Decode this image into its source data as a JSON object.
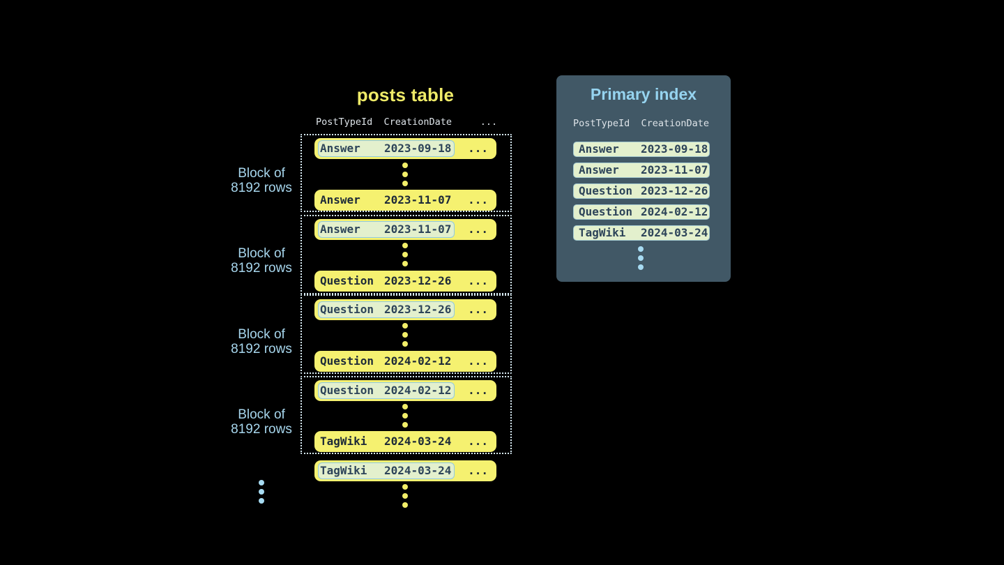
{
  "posts_table": {
    "title": "posts table",
    "header": "PostTypeId  CreationDate     ...",
    "row_ellipsis": "...",
    "block_label": {
      "line1": "Block of",
      "line2": "8192 rows"
    },
    "blocks": [
      {
        "first": {
          "type": "Answer",
          "date": "2023-09-18"
        },
        "last": {
          "type": "Answer",
          "date": "2023-11-07"
        }
      },
      {
        "first": {
          "type": "Answer",
          "date": "2023-11-07"
        },
        "last": {
          "type": "Question",
          "date": "2023-12-26"
        }
      },
      {
        "first": {
          "type": "Question",
          "date": "2023-12-26"
        },
        "last": {
          "type": "Question",
          "date": "2024-02-12"
        }
      },
      {
        "first": {
          "type": "Question",
          "date": "2024-02-12"
        },
        "last": {
          "type": "TagWiki",
          "date": "2024-03-24"
        }
      }
    ],
    "overflow_row": {
      "type": "TagWiki",
      "date": "2024-03-24"
    }
  },
  "primary_index": {
    "title": "Primary index",
    "header": "PostTypeId  CreationDate",
    "entries": [
      {
        "type": "Answer",
        "date": "2023-09-18"
      },
      {
        "type": "Answer",
        "date": "2023-11-07"
      },
      {
        "type": "Question",
        "date": "2023-12-26"
      },
      {
        "type": "Question",
        "date": "2024-02-12"
      },
      {
        "type": "TagWiki",
        "date": "2024-03-24"
      }
    ]
  },
  "colors": {
    "background": "#000000",
    "title-yellow": "#efeb68",
    "header-text": "#dde3e8",
    "row-yellow": "#f5f170",
    "row-text": "#1d2a38",
    "highlight-green": "#e3f0cd",
    "highlight-border": "#8fc9e2",
    "highlight-text": "#2d4459",
    "block-border": "#d9ecf5",
    "block-label": "#a7d6ed",
    "panel-bg": "#415866",
    "panel-title": "#96d4f0",
    "entry-border": "#a2c8d0",
    "dot-yellow": "#f2ee68",
    "dot-blue": "#a7dbf2"
  }
}
